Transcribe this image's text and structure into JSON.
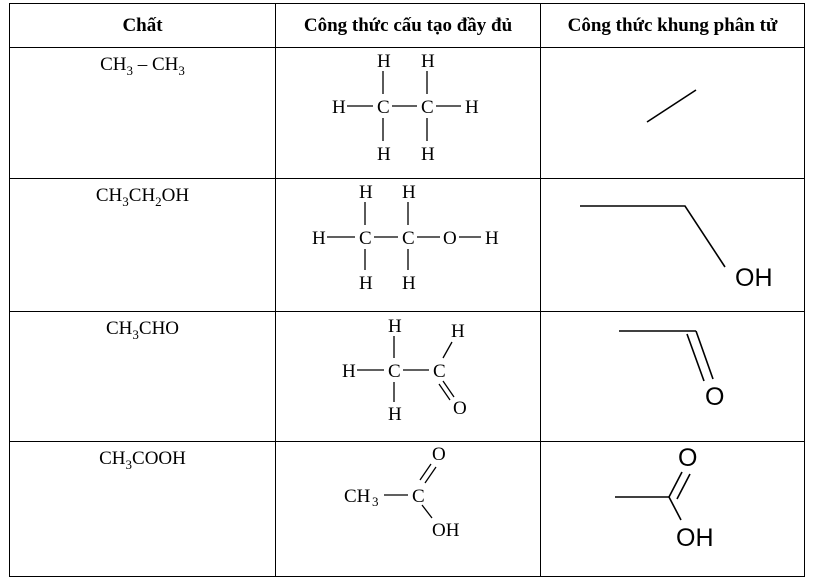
{
  "headers": [
    "Chất",
    "Công thức cấu tạo đầy đủ",
    "Công thức khung phân tử"
  ],
  "rows": [
    {
      "name": {
        "a": "CH",
        "b": "3",
        "c": " – CH",
        "d": "3"
      },
      "full": {
        "h1": "H",
        "h2": "H",
        "h3": "H",
        "h4": "H",
        "h5": "H",
        "h6": "H",
        "c1": "C",
        "c2": "C"
      }
    },
    {
      "name": {
        "a": "CH",
        "b": "3",
        "c": "CH",
        "d": "2",
        "e": "OH"
      },
      "full": {
        "h1": "H",
        "h2": "H",
        "h3": "H",
        "h4": "H",
        "h5": "H",
        "h6": "H",
        "c1": "C",
        "c2": "C",
        "o": "O"
      },
      "skeletal": {
        "oh": "OH"
      }
    },
    {
      "name": {
        "a": "CH",
        "b": "3",
        "c": "CHO"
      },
      "full": {
        "h1": "H",
        "h2": "H",
        "h3": "H",
        "h4": "H",
        "c1": "C",
        "c2": "C",
        "o": "O"
      },
      "skeletal": {
        "o": "O"
      }
    },
    {
      "name": {
        "a": "CH",
        "b": "3",
        "c": "COOH"
      },
      "full": {
        "ch": "CH",
        "sub": "3",
        "c": "C",
        "o": "O",
        "oh": "OH"
      },
      "skeletal": {
        "o": "O",
        "oh": "OH"
      }
    }
  ]
}
